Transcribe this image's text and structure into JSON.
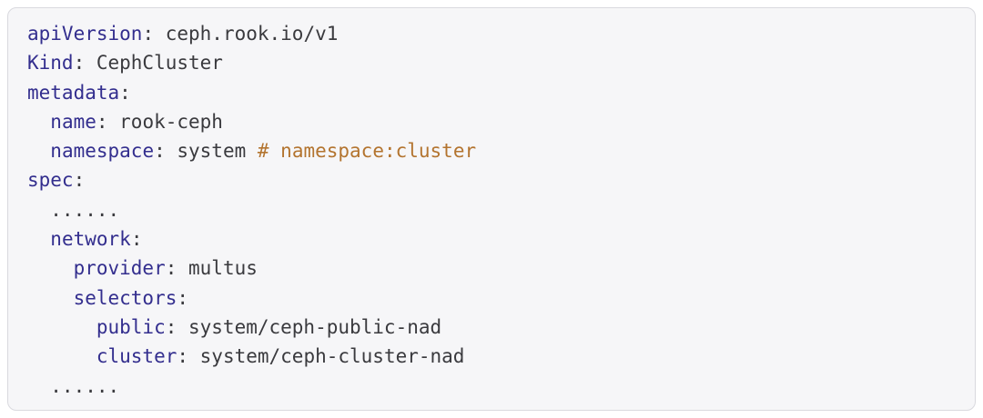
{
  "panel": {
    "background": "#f6f6f8",
    "border": "#d9d9de"
  },
  "colors": {
    "key": "#332e8e",
    "plain": "#3a3a3e",
    "comment": "#b3742f"
  },
  "code": {
    "language": "yaml",
    "lines": [
      {
        "segments": [
          {
            "type": "key",
            "text": "apiVersion"
          },
          {
            "type": "plain",
            "text": ": ceph.rook.io/v1"
          }
        ]
      },
      {
        "segments": [
          {
            "type": "key",
            "text": "Kind"
          },
          {
            "type": "plain",
            "text": ": CephCluster"
          }
        ]
      },
      {
        "segments": [
          {
            "type": "key",
            "text": "metadata"
          },
          {
            "type": "plain",
            "text": ":"
          }
        ]
      },
      {
        "segments": [
          {
            "type": "plain",
            "text": "  "
          },
          {
            "type": "key",
            "text": "name"
          },
          {
            "type": "plain",
            "text": ": rook-ceph"
          }
        ]
      },
      {
        "segments": [
          {
            "type": "plain",
            "text": "  "
          },
          {
            "type": "key",
            "text": "namespace"
          },
          {
            "type": "plain",
            "text": ": system "
          },
          {
            "type": "comment",
            "text": "# namespace:cluster"
          }
        ]
      },
      {
        "segments": [
          {
            "type": "key",
            "text": "spec"
          },
          {
            "type": "plain",
            "text": ":"
          }
        ]
      },
      {
        "segments": [
          {
            "type": "plain",
            "text": "  ......"
          }
        ]
      },
      {
        "segments": [
          {
            "type": "plain",
            "text": "  "
          },
          {
            "type": "key",
            "text": "network"
          },
          {
            "type": "plain",
            "text": ":"
          }
        ]
      },
      {
        "segments": [
          {
            "type": "plain",
            "text": "    "
          },
          {
            "type": "key",
            "text": "provider"
          },
          {
            "type": "plain",
            "text": ": multus"
          }
        ]
      },
      {
        "segments": [
          {
            "type": "plain",
            "text": "    "
          },
          {
            "type": "key",
            "text": "selectors"
          },
          {
            "type": "plain",
            "text": ":"
          }
        ]
      },
      {
        "segments": [
          {
            "type": "plain",
            "text": "      "
          },
          {
            "type": "key",
            "text": "public"
          },
          {
            "type": "plain",
            "text": ": system/ceph-public-nad"
          }
        ]
      },
      {
        "segments": [
          {
            "type": "plain",
            "text": "      "
          },
          {
            "type": "key",
            "text": "cluster"
          },
          {
            "type": "plain",
            "text": ": system/ceph-cluster-nad"
          }
        ]
      },
      {
        "segments": [
          {
            "type": "plain",
            "text": "  ......"
          }
        ]
      }
    ]
  }
}
